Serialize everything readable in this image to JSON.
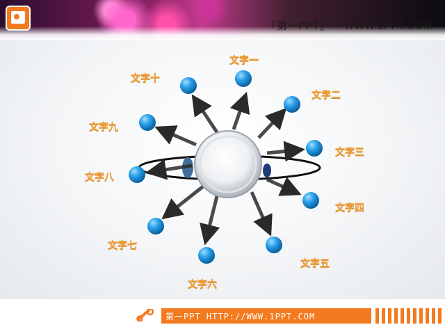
{
  "header": {
    "title": "『第一PPT』— WWW.1PPT.COM",
    "logo_icon": "powerpoint-icon",
    "accent_color": "#f47a20"
  },
  "diagram": {
    "center": "glass-sphere",
    "nodes": [
      {
        "id": "node-1",
        "label": "文字一"
      },
      {
        "id": "node-2",
        "label": "文字二"
      },
      {
        "id": "node-3",
        "label": "文字三"
      },
      {
        "id": "node-4",
        "label": "文字四"
      },
      {
        "id": "node-5",
        "label": "文字五"
      },
      {
        "id": "node-6",
        "label": "文字六"
      },
      {
        "id": "node-7",
        "label": "文字七"
      },
      {
        "id": "node-8",
        "label": "文字八"
      },
      {
        "id": "node-9",
        "label": "文字九"
      },
      {
        "id": "node-10",
        "label": "文字十"
      }
    ],
    "label_color": "#f0a040",
    "node_color": "#1e96e0"
  },
  "footer": {
    "text": "第一PPT HTTP://WWW.1PPT.COM",
    "icon": "link-icon"
  }
}
